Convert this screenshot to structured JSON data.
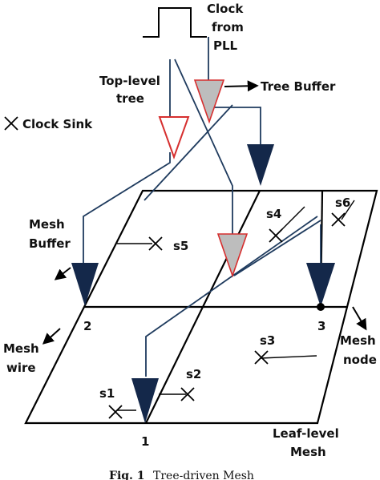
{
  "labels": {
    "clock_from_pll": [
      "Clock",
      "from",
      "PLL"
    ],
    "top_level_tree": [
      "Top-level",
      "tree"
    ],
    "tree_buffer": "Tree Buffer",
    "clock_sink": "Clock Sink",
    "mesh_buffer": [
      "Mesh",
      "Buffer"
    ],
    "mesh_wire": [
      "Mesh",
      "wire"
    ],
    "mesh_node": [
      "Mesh",
      "node"
    ],
    "leaf_level_mesh": [
      "Leaf-level",
      "Mesh"
    ]
  },
  "sinks": [
    "s1",
    "s2",
    "s3",
    "s4",
    "s5",
    "s6"
  ],
  "nodes": [
    "1",
    "2",
    "3"
  ],
  "caption": {
    "prefix": "Fig. 1",
    "text": "Tree-driven Mesh"
  },
  "colors": {
    "wire": "#1f3b5e",
    "mesh_buffer_fill": "#14284a",
    "tree_buffer_fill": "#bdbdbd",
    "top_tree_stroke": "#d62f2f",
    "mesh_line": "#000000"
  }
}
